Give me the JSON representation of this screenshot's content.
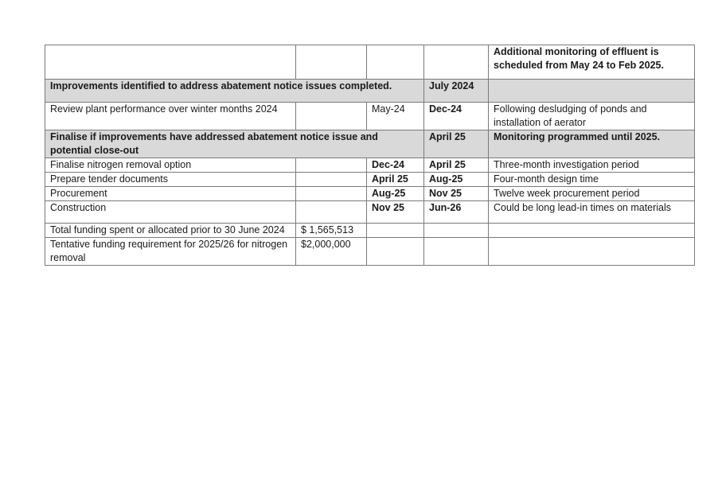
{
  "rows": [
    {
      "kind": "top",
      "notes": "Additional monitoring of effluent is scheduled from May 24 to Feb 2025."
    },
    {
      "kind": "section",
      "label": "Improvements identified to address abatement notice issues completed.",
      "end": "July 2024",
      "notes": ""
    },
    {
      "kind": "task",
      "label": "Review plant performance over winter months 2024",
      "amount": "",
      "start": "May-24",
      "end": "Dec-24",
      "notes": "Following desludging of ponds and installation of aerator"
    },
    {
      "kind": "section",
      "label": "Finalise if improvements have addressed abatement notice issue and potential close-out",
      "end": "April 25",
      "notes": "Monitoring programmed until 2025."
    },
    {
      "kind": "task",
      "label": "Finalise nitrogen removal option",
      "amount": "",
      "start": "Dec-24",
      "end": "April 25",
      "notes": "Three-month investigation period"
    },
    {
      "kind": "task",
      "label": "Prepare tender documents",
      "amount": "",
      "start": "April 25",
      "end": "Aug-25",
      "notes": "Four-month design time"
    },
    {
      "kind": "task",
      "label": "Procurement",
      "amount": "",
      "start": "Aug-25",
      "end": "Nov 25",
      "notes": "Twelve week procurement period"
    },
    {
      "kind": "task",
      "label": "Construction",
      "amount": "",
      "start": "Nov 25",
      "end": "Jun-26",
      "notes": "Could be long lead-in times on materials"
    },
    {
      "kind": "funding",
      "label": "Total funding spent or allocated prior to 30 June 2024",
      "amount": "$ 1,565,513"
    },
    {
      "kind": "funding",
      "label": "Tentative funding requirement for 2025/26 for nitrogen removal",
      "amount": "$2,000,000"
    }
  ]
}
